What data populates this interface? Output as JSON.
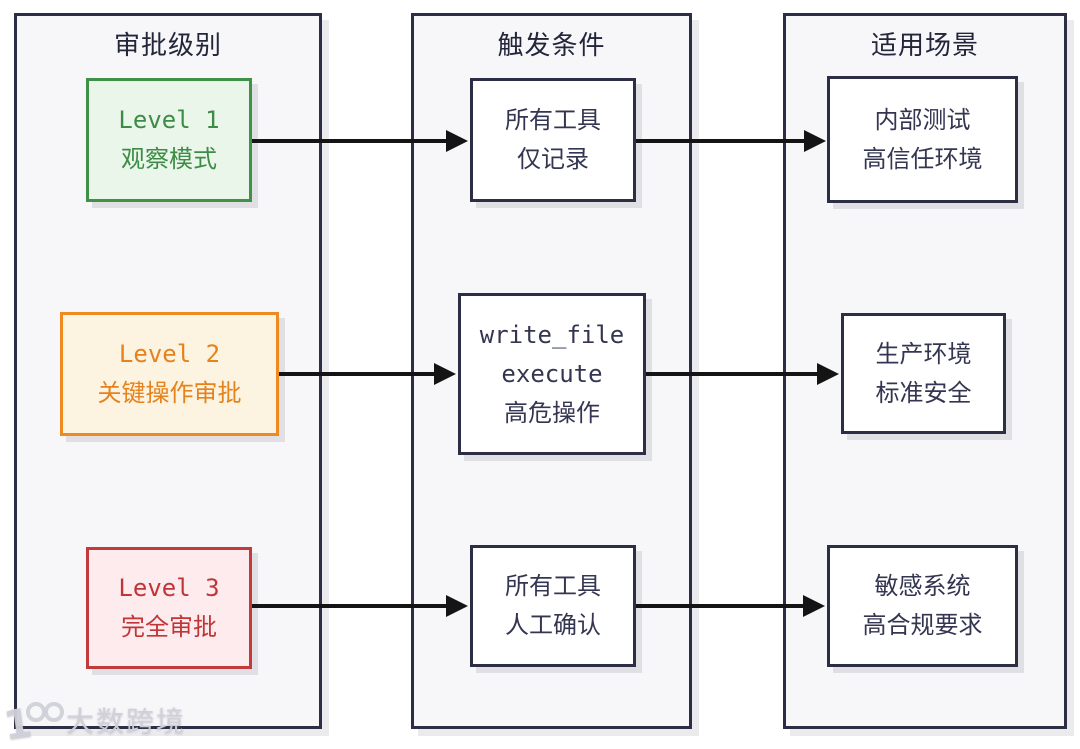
{
  "watermark": {
    "logo": "10100-logo",
    "text": "大数跨境"
  },
  "colors": {
    "outline": "#2b2e44",
    "arrow": "#141414",
    "green_border": "#3f9148",
    "green_fill": "#eaf6ea",
    "orange_border": "#ee8a1f",
    "orange_fill": "#fdf3e1",
    "red_border": "#c33a3c",
    "red_fill": "#fdebed",
    "column_fill": "#f7f7f9"
  },
  "columns": [
    {
      "header": "审批级别",
      "boxes": [
        {
          "variant": "green",
          "lines": [
            "Level 1",
            "观察模式"
          ]
        },
        {
          "variant": "orange",
          "lines": [
            "Level 2",
            "关键操作审批"
          ]
        },
        {
          "variant": "red",
          "lines": [
            "Level 3",
            "完全审批"
          ]
        }
      ]
    },
    {
      "header": "触发条件",
      "boxes": [
        {
          "variant": "plain",
          "lines": [
            "所有工具",
            "仅记录"
          ]
        },
        {
          "variant": "plain",
          "lines": [
            "write_file",
            "execute",
            "高危操作"
          ]
        },
        {
          "variant": "plain",
          "lines": [
            "所有工具",
            "人工确认"
          ]
        }
      ]
    },
    {
      "header": "适用场景",
      "boxes": [
        {
          "variant": "plain",
          "lines": [
            "内部测试",
            "高信任环境"
          ]
        },
        {
          "variant": "plain",
          "lines": [
            "生产环境",
            "标准安全"
          ]
        },
        {
          "variant": "plain",
          "lines": [
            "敏感系统",
            "高合规要求"
          ]
        }
      ]
    }
  ]
}
